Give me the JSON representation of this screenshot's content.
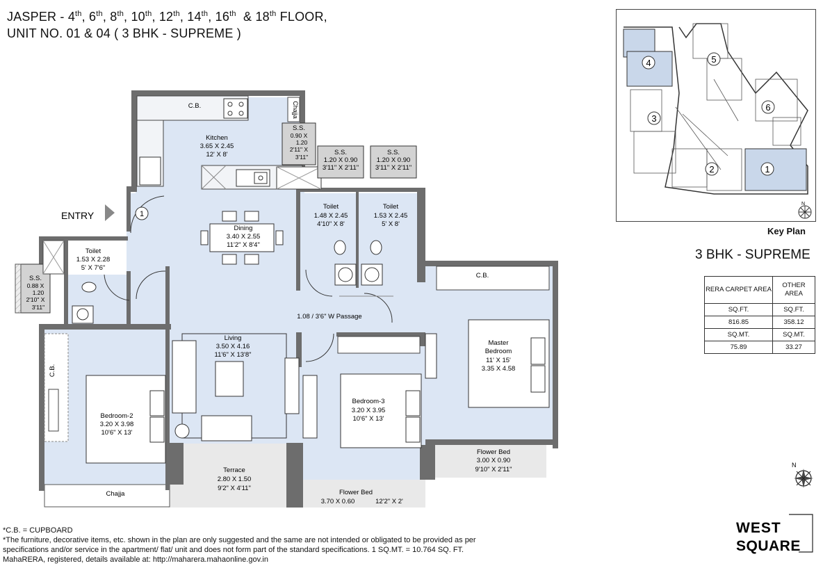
{
  "title": {
    "building": "JASPER - ",
    "floors": [
      {
        "num": "4",
        "sup": "th"
      },
      {
        "num": "6",
        "sup": "th"
      },
      {
        "num": "8",
        "sup": "th"
      },
      {
        "num": "10",
        "sup": "th"
      },
      {
        "num": "12",
        "sup": "th"
      },
      {
        "num": "14",
        "sup": "th"
      },
      {
        "num": "16",
        "sup": "th"
      },
      {
        "num": "18",
        "sup": "th"
      }
    ],
    "floor_word": "FLOOR,",
    "line2": "UNIT NO. 01 & 04 ( 3 BHK - SUPREME )"
  },
  "plan": {
    "entry": "ENTRY",
    "entry_number": "1",
    "cb_top": "C.B.",
    "chajja_side": "Chajja",
    "kitchen": {
      "name": "Kitchen",
      "metric": "3.65 X 2.45",
      "imperial": "12' X 8'"
    },
    "ss_kitchen": {
      "name": "S.S.",
      "l1": "0.90 X",
      "l2": "1.20",
      "l3": "2'11\" X",
      "l4": "3'11\""
    },
    "ss_mid1": {
      "name": "S.S.",
      "metric": "1.20 X 0.90",
      "imperial": "3'11\" X 2'11\""
    },
    "ss_mid2": {
      "name": "S.S.",
      "metric": "1.20 X 0.90",
      "imperial": "3'11\" X 2'11\""
    },
    "ss_left": {
      "name": "S.S.",
      "l1": "0.88 X",
      "l2": "1.20",
      "l3": "2'10\" X",
      "l4": "3'11\""
    },
    "dining": {
      "name": "Dining",
      "metric": "3.40 X 2.55",
      "imperial": "11'2\" X 8'4\""
    },
    "toilet_left": {
      "name": "Toilet",
      "metric": "1.53 X 2.28",
      "imperial": "5' X 7'6\""
    },
    "toilet_mid1": {
      "name": "Toilet",
      "metric": "1.48 X 2.45",
      "imperial": "4'10\" X 8'"
    },
    "toilet_mid2": {
      "name": "Toilet",
      "metric": "1.53 X 2.45",
      "imperial": "5' X 8'"
    },
    "cb_right": "C.B.",
    "passage": "1.08 / 3'6\" W Passage",
    "cb_left": "C.B.",
    "living": {
      "name": "Living",
      "metric": "3.50 X 4.16",
      "imperial": "11'6\" X 13'8\""
    },
    "master": {
      "name1": "Master",
      "name2": "Bedroom",
      "imperial": "11' X 15'",
      "metric": "3.35 X 4.58"
    },
    "bedroom2": {
      "name": "Bedroom-2",
      "metric": "3.20 X 3.98",
      "imperial": "10'6\" X 13'"
    },
    "bedroom3": {
      "name": "Bedroom-3",
      "metric": "3.20 X 3.95",
      "imperial": "10'6\" X 13'"
    },
    "terrace": {
      "name": "Terrace",
      "metric": "2.80 X 1.50",
      "imperial": "9'2\" X 4'11\""
    },
    "flowerbed_right": {
      "name": "Flower Bed",
      "metric": "3.00 X 0.90",
      "imperial": "9'10\" X 2'11\""
    },
    "flowerbed_bottom": {
      "name": "Flower Bed",
      "metric": "3.70 X 0.60",
      "imperial": "12'2\" X 2'"
    },
    "chajja_bottom": "Chajja"
  },
  "keyplan": {
    "label": "Key Plan",
    "units": [
      "1",
      "2",
      "3",
      "4",
      "5",
      "6"
    ],
    "north": "N",
    "highlight_color": "#c9d7ea"
  },
  "unit_type": "3 BHK - SUPREME",
  "area_table": {
    "headers": [
      "RERA CARPET AREA",
      "OTHER AREA"
    ],
    "rows": [
      [
        "SQ.FT.",
        "SQ.FT."
      ],
      [
        "816.85",
        "358.12"
      ],
      [
        "SQ.MT.",
        "SQ.MT."
      ],
      [
        "75.89",
        "33.27"
      ]
    ]
  },
  "north": "N",
  "footer": {
    "line1": "*C.B. = CUPBOARD",
    "line2": "*The furniture, decorative items, etc. shown in the plan are only suggested and the same are not intended or obligated to be provided as per",
    "line3": "specifications and/or service in the apartment/ flat/ unit and does not form part of the standard specifications. 1 SQ.MT. = 10.764 SQ. FT.",
    "line4": "MahaRERA, registered, details available at: http://maharera.mahaonline.gov.in"
  },
  "logo": {
    "line1": "WEST",
    "line2": "SQUARE"
  },
  "colors": {
    "floor": "#dce6f4",
    "wall": "#6d6d6d",
    "ss": "#d3d3d3",
    "outdoor": "#e9e9e9"
  }
}
